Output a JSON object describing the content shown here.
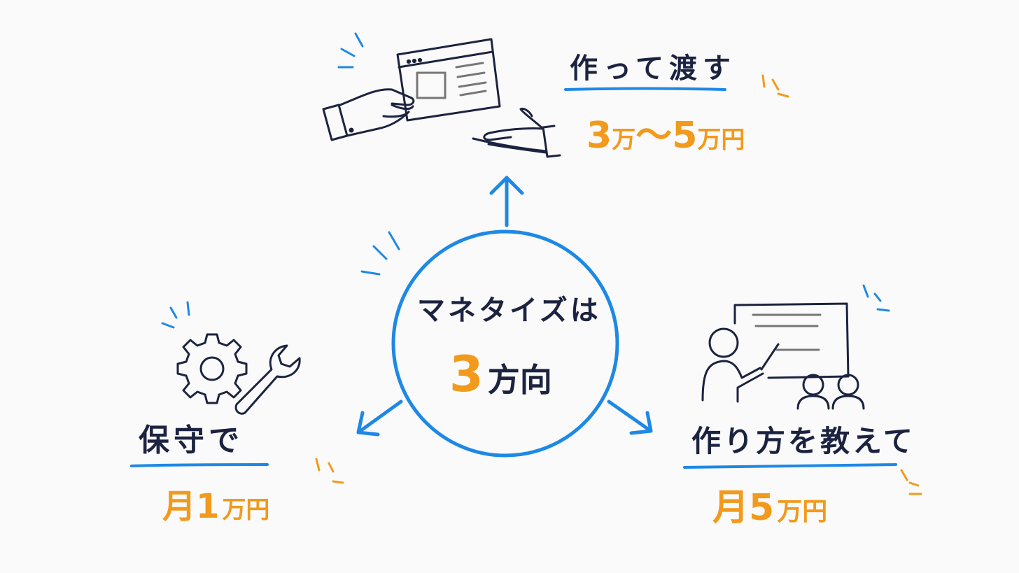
{
  "center": {
    "title": "マネタイズは",
    "count": "3",
    "unit": "方向"
  },
  "branches": {
    "top": {
      "action": "作って渡す",
      "price_low": "3",
      "unit_a": "万",
      "separator": "〜",
      "price_high": "5",
      "unit_b": "万円"
    },
    "left": {
      "action": "保守で",
      "prefix": "月",
      "amount": "1",
      "unit": "万円"
    },
    "right": {
      "action": "作り方を教えて",
      "prefix": "月",
      "amount": "5",
      "unit": "万円"
    }
  },
  "colors": {
    "accent_blue": "#1e88e5",
    "orange": "#f29a1c",
    "navy": "#1c2340"
  }
}
